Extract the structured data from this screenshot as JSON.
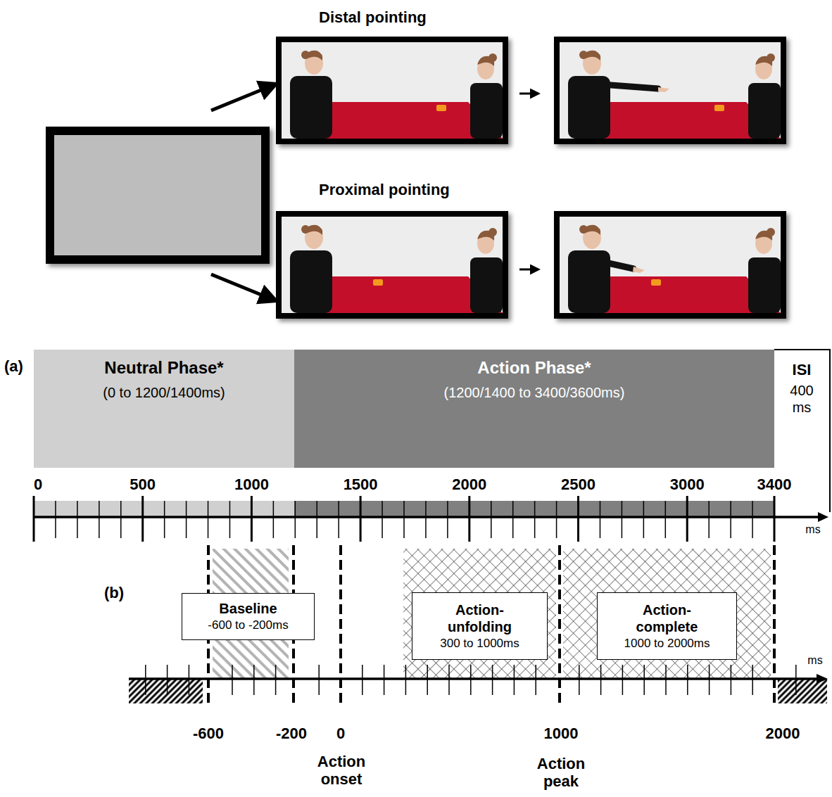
{
  "diagram": {
    "nodes": [
      {
        "text": [
          "Neutral Phase*",
          "(0 to 1200/1400ms)"
        ]
      },
      {
        "text": [
          "Action Phase*",
          "(1200/1400 to 3400/3600ms)"
        ]
      },
      {
        "text": [
          "ISI",
          "400 ms"
        ]
      },
      {
        "text": [
          "Baseline",
          "-600 to -200ms"
        ]
      },
      {
        "text": [
          "Action-unfolding",
          "300 to 1000ms"
        ]
      },
      {
        "text": [
          "Action-complete",
          "1000 to 2000ms"
        ]
      }
    ],
    "labels": [
      "Distal pointing",
      "Proximal pointing",
      "(a)",
      "0",
      "500",
      "1000",
      "1500",
      "2000",
      "2500",
      "3000",
      "3400",
      "ms",
      "(b)",
      "-600",
      "-200",
      "0",
      "1000",
      "2000",
      "ms",
      "Action onset",
      "Action peak"
    ]
  }
}
